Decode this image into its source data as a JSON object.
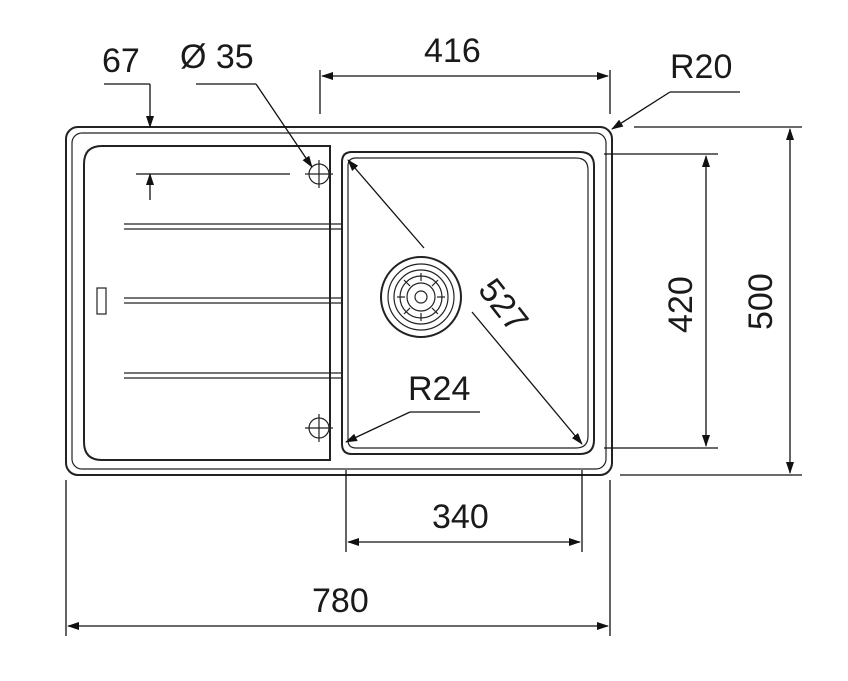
{
  "dimensions": {
    "overall_width": "780",
    "overall_depth": "500",
    "bowl_width": "340",
    "bowl_depth": "420",
    "top_span": "416",
    "bowl_diagonal": "527",
    "corner_radius_outer": "R20",
    "corner_radius_bowl": "R24",
    "tap_hole_diameter": "Ø 35",
    "tap_hole_offset": "67"
  },
  "colors": {
    "line": "#222222",
    "background": "#ffffff"
  }
}
